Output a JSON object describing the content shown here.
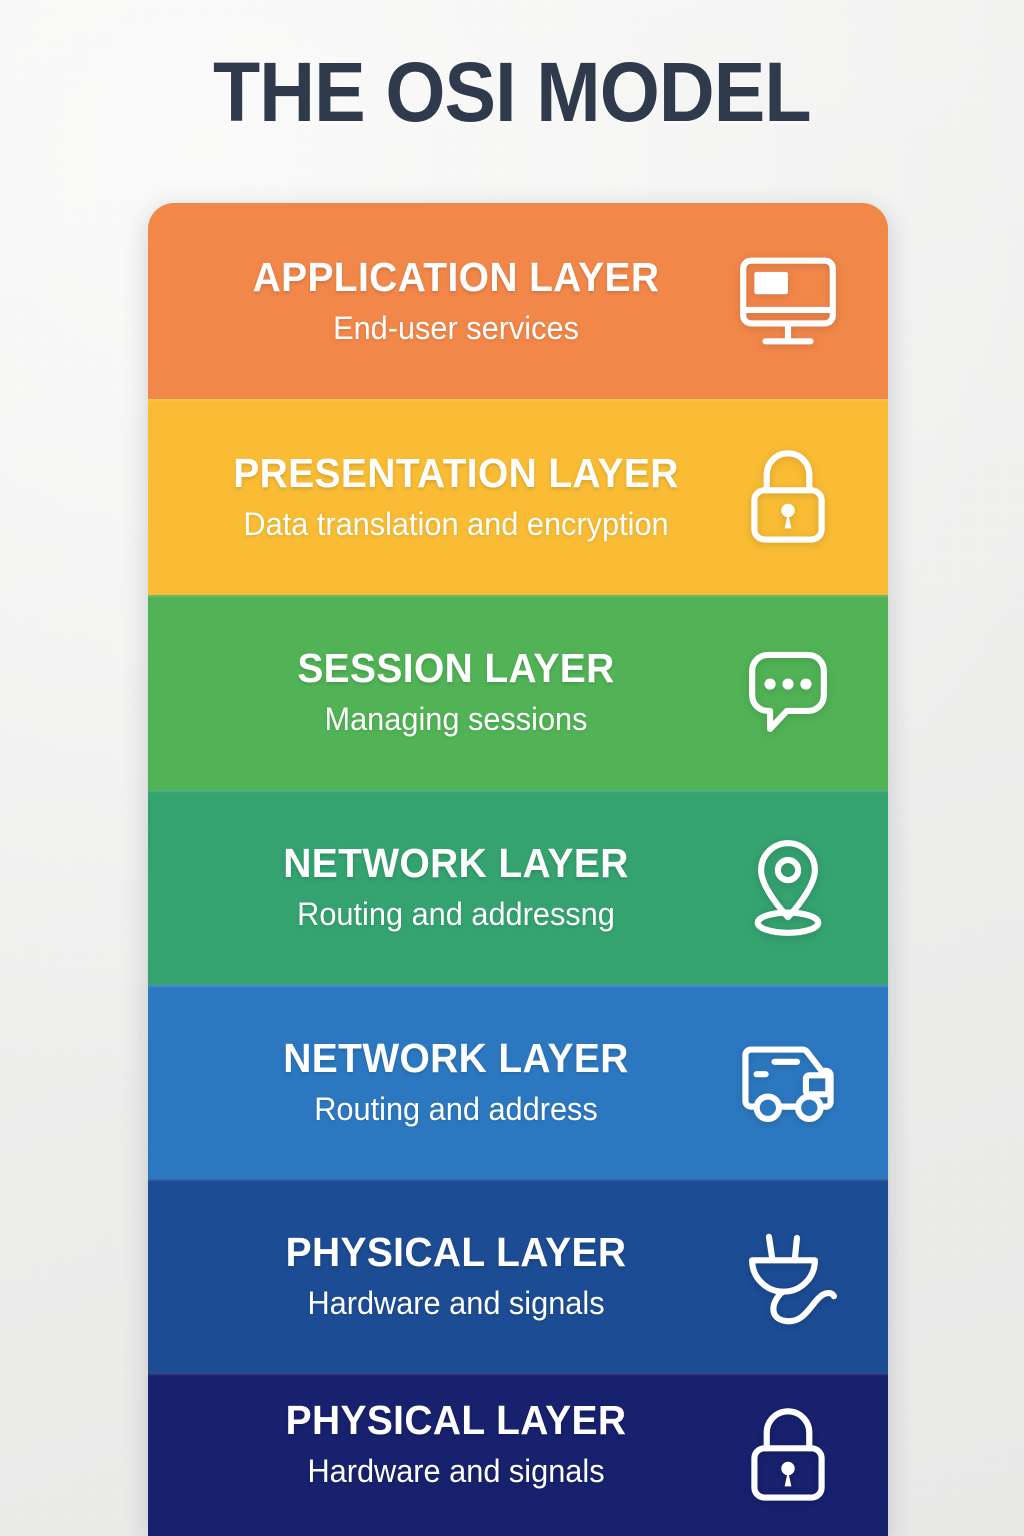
{
  "header": {
    "title": "THE OSI MODEL",
    "title_color": "#2f3b4c"
  },
  "background_color": "#f1f1f0",
  "stack": {
    "layers": [
      {
        "title": "APPLICATION LAYER",
        "subtitle": "End-user services",
        "color": "#f2874a",
        "icon": "monitor-icon"
      },
      {
        "title": "PRESENTATION LAYER",
        "subtitle": "Data translation and encryption",
        "color": "#f9bc34",
        "icon": "padlock-icon"
      },
      {
        "title": "SESSION LAYER",
        "subtitle": "Managing sessions",
        "color": "#51b355",
        "icon": "chat-bubble-icon"
      },
      {
        "title": "NETWORK LAYER",
        "subtitle": "Routing and addressng",
        "color": "#34a370",
        "icon": "map-pin-icon"
      },
      {
        "title": "NETWORK LAYER",
        "subtitle": "Routing and address",
        "color": "#2c78c0",
        "icon": "delivery-truck-icon"
      },
      {
        "title": "PHYSICAL LAYER",
        "subtitle": "Hardware and signals",
        "color": "#1c4c94",
        "icon": "power-plug-icon"
      },
      {
        "title": "PHYSICAL LAYER",
        "subtitle": "Hardware and signals",
        "color": "#17216d",
        "icon": "padlock-icon"
      }
    ]
  }
}
